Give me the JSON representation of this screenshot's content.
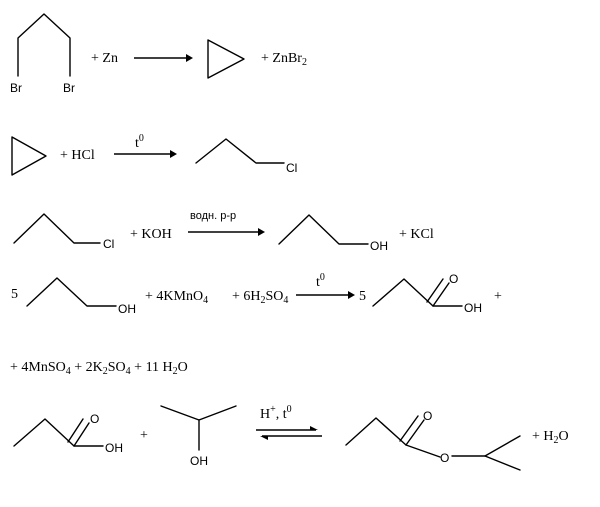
{
  "reactions": [
    {
      "reactant_atoms": [
        "Br",
        "Br"
      ],
      "plus_zn": "+ Zn",
      "plus_znbr": "+ ZnBr",
      "znbr_sub": "2"
    },
    {
      "plus_hcl": "+ HCl",
      "condition": "t",
      "condition_sup": "0",
      "product_atom": "Cl"
    },
    {
      "reactant_atom": "Cl",
      "plus_koh": "+ KOH",
      "condition": "водн. р-р",
      "product_atom": "OH",
      "plus_kcl": "+ KCl"
    },
    {
      "coef_left": "5",
      "reactant_atom": "OH",
      "plus_kmno": "+ 4KMnO",
      "kmno_sub": "4",
      "plus_h2so": "+ 6H",
      "h2so_sub1": "2",
      "h2so_mid": "SO",
      "h2so_sub2": "4",
      "condition": "t",
      "condition_sup": "0",
      "coef_right": "5",
      "product_atoms": [
        "O",
        "OH"
      ],
      "trailing_plus": "+"
    },
    {
      "line": [
        "+ 4MnSO",
        "4",
        " + 2K",
        "2",
        "SO",
        "4",
        " + 11 H",
        "2",
        "O"
      ]
    },
    {
      "acid_atoms": [
        "O",
        "OH"
      ],
      "plus": "+",
      "alcohol_atom": "OH",
      "condition": "H",
      "condition_sup": "+",
      "condition_tail": ", t",
      "condition_tail_sup": "0",
      "ester_atoms": [
        "O",
        "O"
      ],
      "plus_water": "+ H",
      "water_sub": "2",
      "water_tail": "O"
    }
  ]
}
